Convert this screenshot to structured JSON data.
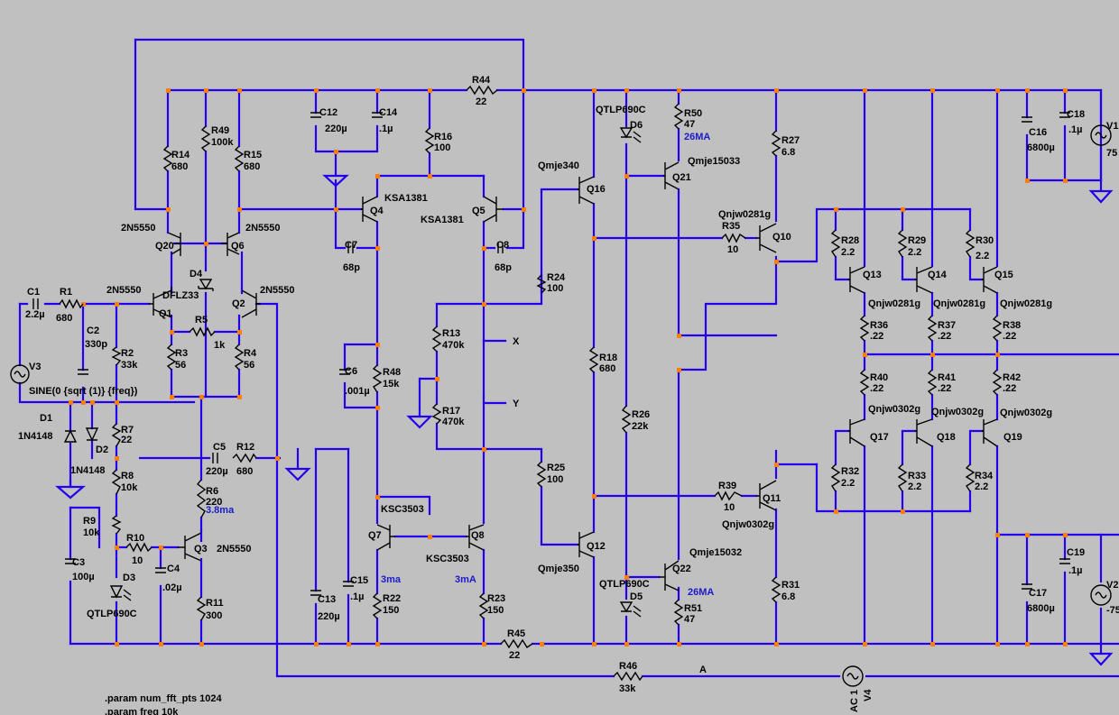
{
  "colors": {
    "background": "#c0c0c0",
    "wire": "#2200ee",
    "junction": "#ff8000",
    "component": "#000000",
    "current_annotation": "#1a1acc"
  },
  "schematic": {
    "labels": {
      "r1": "R1",
      "r1_val": "680",
      "c1": "C1",
      "c1_val": "2.2µ",
      "c2": "C2",
      "c2_val": "330p",
      "r2": "R2",
      "r2_val": "33k",
      "v3": "V3",
      "v3_func": "SINE(0 {sqrt (1)} {freq})",
      "d1": "D1",
      "d1_type": "1N4148",
      "d2": "D2",
      "d2_type": "1N4148",
      "r7": "R7",
      "r7_val": "22",
      "r8": "R8",
      "r8_val": "10k",
      "r9": "R9",
      "r9_val": "10k",
      "r10": "R10",
      "r10_val": "10",
      "c3": "C3",
      "c3_val": "100µ",
      "d3": "D3",
      "d3_type": "QTLP690C",
      "c4": "C4",
      "c4_val": ".02µ",
      "r11": "R11",
      "r11_val": "300",
      "q3": "Q3",
      "q3_type": "2N5550",
      "r6": "R6",
      "r6_val": "220",
      "ann_3_8ma": "3.8ma",
      "c5": "C5",
      "c5_val": "220µ",
      "r12": "R12",
      "r12_val": "680",
      "q1": "Q1",
      "q1_type": "2N5550",
      "q2": "Q2",
      "q2_type": "2N5550",
      "d4": "D4",
      "d4_type": "DFLZ33",
      "r5": "R5",
      "r5_val": "1k",
      "r3": "R3",
      "r3_val": "56",
      "r4": "R4",
      "r4_val": "56",
      "q20": "Q20",
      "q20_type": "2N5550",
      "q6": "Q6",
      "q6_type": "2N5550",
      "r14": "R14",
      "r14_val": "680",
      "r49": "R49",
      "r49_val": "100k",
      "r15": "R15",
      "r15_val": "680",
      "c12": "C12",
      "c12_val": "220µ",
      "c14": "C14",
      "c14_val": ".1µ",
      "r16": "R16",
      "r16_val": "100",
      "r44": "R44",
      "r44_val": "22",
      "q4": "Q4",
      "q4_type": "KSA1381",
      "q5": "Q5",
      "q5_type": "KSA1381",
      "c7": "C7",
      "c7_val": "68p",
      "c8": "C8",
      "c8_val": "68p",
      "r24": "R24",
      "r24_val": "100",
      "r13": "R13",
      "r13_val": "470k",
      "node_x": "X",
      "node_y": "Y",
      "r17": "R17",
      "r17_val": "470k",
      "c6": "C6",
      "c6_val": ".001µ",
      "r48": "R48",
      "r48_val": "15k",
      "r25": "R25",
      "r25_val": "100",
      "q7": "Q7",
      "q7_type": "KSC3503",
      "ann_q7": "3ma",
      "q8": "Q8",
      "q8_type": "KSC3503",
      "ann_q8": "3mA",
      "r22": "R22",
      "r22_val": "150",
      "r23": "R23",
      "r23_val": "150",
      "c13": "C13",
      "c13_val": "220µ",
      "c15": "C15",
      "c15_val": ".1µ",
      "r45": "R45",
      "r45_val": "22",
      "r46": "R46",
      "r46_val": "33k",
      "node_a": "A",
      "v4": "V4",
      "v4_func": "AC 1",
      "q16": "Q16",
      "q16_type": "Qmje340",
      "q12": "Q12",
      "q12_type": "Qmje350",
      "r18": "R18",
      "r18_val": "680",
      "d6": "D6",
      "d6_type": "QTLP690C",
      "d5": "D5",
      "d5_type": "QTLP690C",
      "r26": "R26",
      "r26_val": "22k",
      "r50": "R50",
      "r50_val": "47",
      "ann_r50": "26MA",
      "r51": "R51",
      "r51_val": "47",
      "ann_r51": "26MA",
      "q21": "Q21",
      "q21_type": "Qmje15033",
      "q22": "Q22",
      "q22_type": "Qmje15032",
      "r35": "R35",
      "r35_val": "10",
      "r39": "R39",
      "r39_val": "10",
      "q10": "Q10",
      "q10_type": "Qnjw0281g",
      "q11": "Q11",
      "q11_type": "Qnjw0302g",
      "r27": "R27",
      "r27_val": "6.8",
      "r31": "R31",
      "r31_val": "6.8",
      "r28": "R28",
      "r28_val": "2.2",
      "r29": "R29",
      "r29_val": "2.2",
      "r30": "R30",
      "r30_val": "2.2",
      "q13": "Q13",
      "q13_type": "Qnjw0281g",
      "q14": "Q14",
      "q14_type": "Qnjw0281g",
      "q15": "Q15",
      "q15_type": "Qnjw0281g",
      "r36": "R36",
      "r36_val": ".22",
      "r37": "R37",
      "r37_val": ".22",
      "r38": "R38",
      "r38_val": ".22",
      "r40": "R40",
      "r40_val": ".22",
      "r41": "R41",
      "r41_val": ".22",
      "r42": "R42",
      "r42_val": ".22",
      "q17": "Q17",
      "q17_type": "Qnjw0302g",
      "q18": "Q18",
      "q18_type": "Qnjw0302g",
      "q19": "Q19",
      "q19_type": "Qnjw0302g",
      "r32": "R32",
      "r32_val": "2.2",
      "r33": "R33",
      "r33_val": "2.2",
      "r34": "R34",
      "r34_val": "2.2",
      "c16": "C16",
      "c16_val": "6800µ",
      "c18": "C18",
      "c18_val": ".1µ",
      "c17": "C17",
      "c17_val": "6800µ",
      "c19": "C19",
      "c19_val": ".1µ",
      "v1": "V1",
      "v1_val": "75",
      "v2": "V2",
      "v2_val": "-75",
      "param1": ".param num_fft_pts 1024",
      "param2": ".param freq 10k"
    }
  }
}
